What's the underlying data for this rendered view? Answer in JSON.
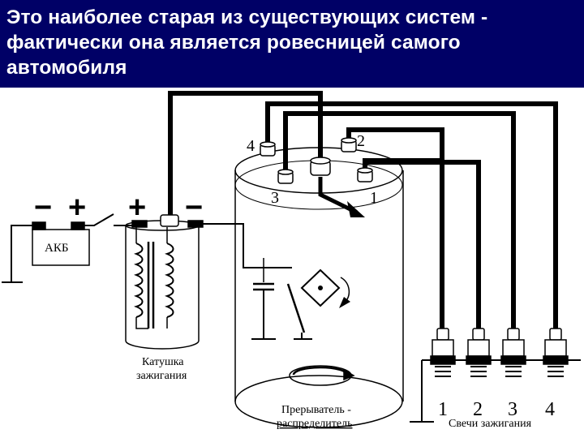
{
  "title": "Это наиболее старая из существующих систем - фактически она является ровесницей самого автомобиля",
  "labels": {
    "battery": "АКБ",
    "battery_minus": "−",
    "battery_plus": "+",
    "coil_plus": "+",
    "coil_minus": "−",
    "coil_line1": "Катушка",
    "coil_line2": "зажигания",
    "distributor_line1": "Прерыватель -",
    "distributor_line2": "распределитель",
    "plugs": "Свечи зажигания"
  },
  "cap_terminals": [
    "4",
    "2",
    "3",
    "1"
  ],
  "spark_plug_numbers": [
    "1",
    "2",
    "3",
    "4"
  ],
  "colors": {
    "banner": "#000066",
    "title_text": "#ffffff",
    "wire": "#000000"
  }
}
